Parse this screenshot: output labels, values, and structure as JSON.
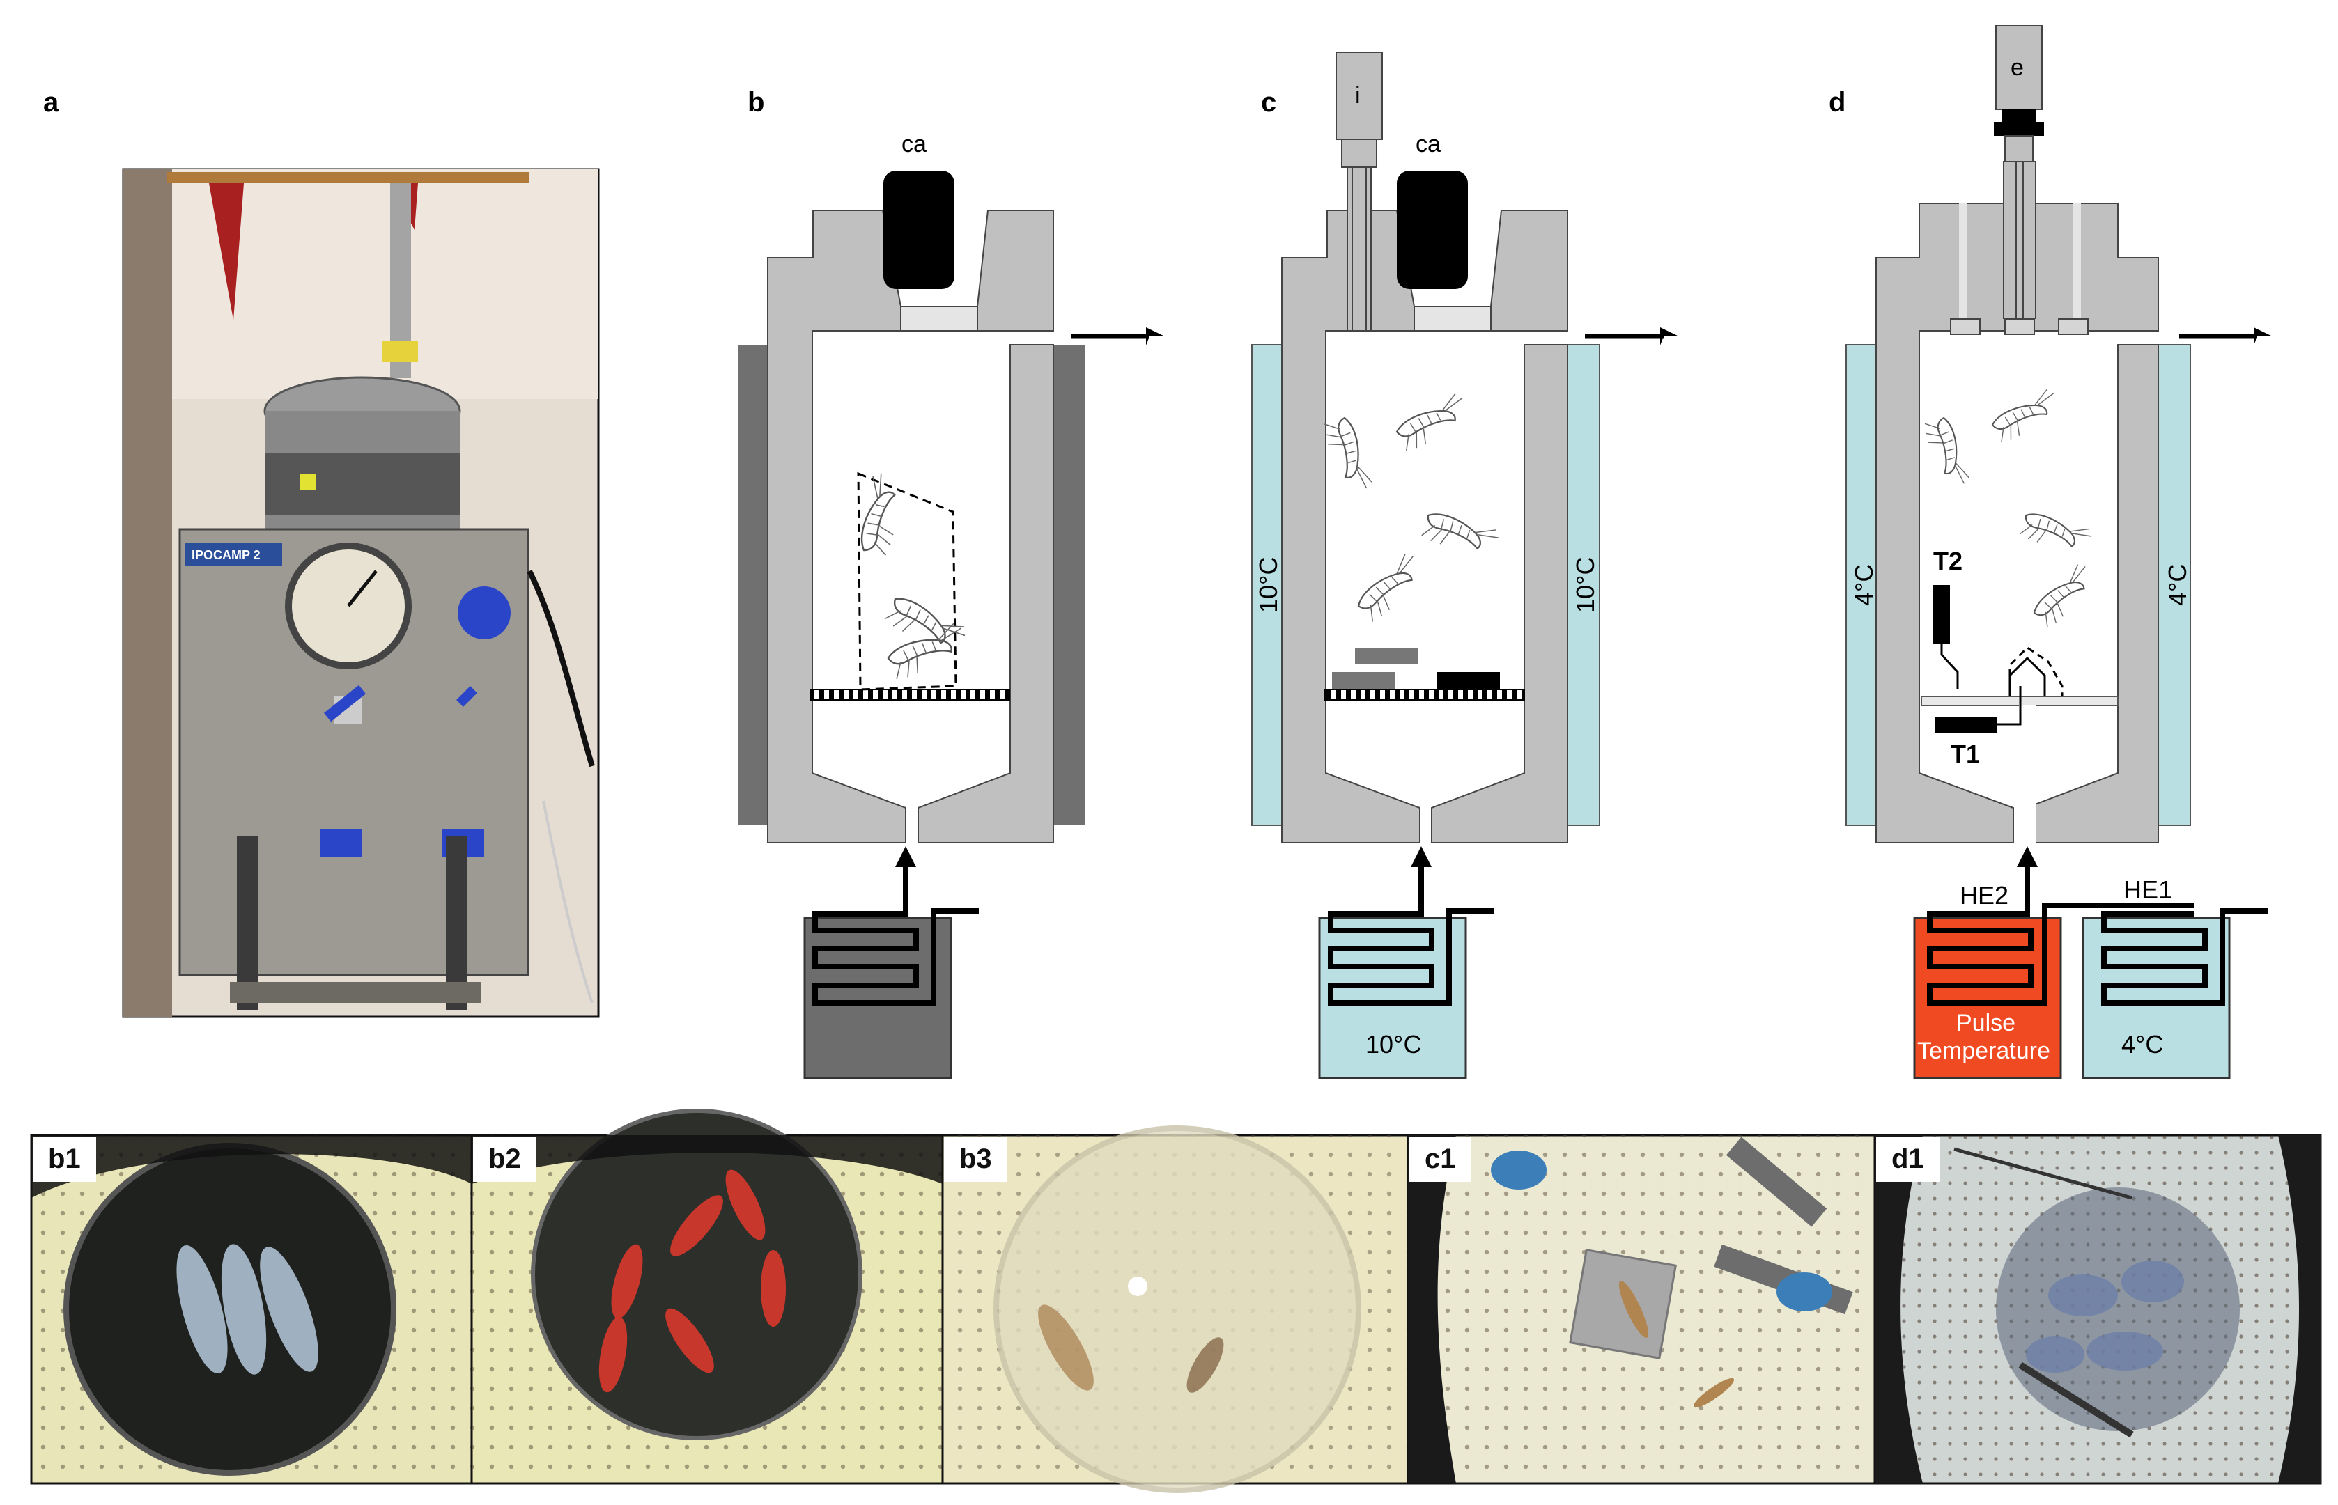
{
  "panels": {
    "a": {
      "letter": "a",
      "photo_plate": "IPOCAMP 2"
    },
    "b": {
      "letter": "b",
      "camera": "ca"
    },
    "c": {
      "letter": "c",
      "camera": "ca",
      "injector": "i",
      "wall_temp_left": "10°C",
      "wall_temp_right": "10°C",
      "bath_temp": "10°C"
    },
    "d": {
      "letter": "d",
      "top_device": "e",
      "wall_temp_left": "4°C",
      "wall_temp_right": "4°C",
      "sensor_t1": "T1",
      "sensor_t2": "T2",
      "exchanger_he2": "HE2",
      "exchanger_he1": "HE1",
      "pulse_label_line1": "Pulse",
      "pulse_label_line2": "Temperature",
      "bath_temp": "4°C"
    }
  },
  "photo_tags": [
    "b1",
    "b2",
    "b3",
    "c1",
    "d1"
  ],
  "colors": {
    "steel": "#c0c0c0",
    "dark_jacket": "#707070",
    "cool_jacket": "#b9dfe3",
    "pulse_bath": "#f04a23",
    "line": "#000000"
  }
}
